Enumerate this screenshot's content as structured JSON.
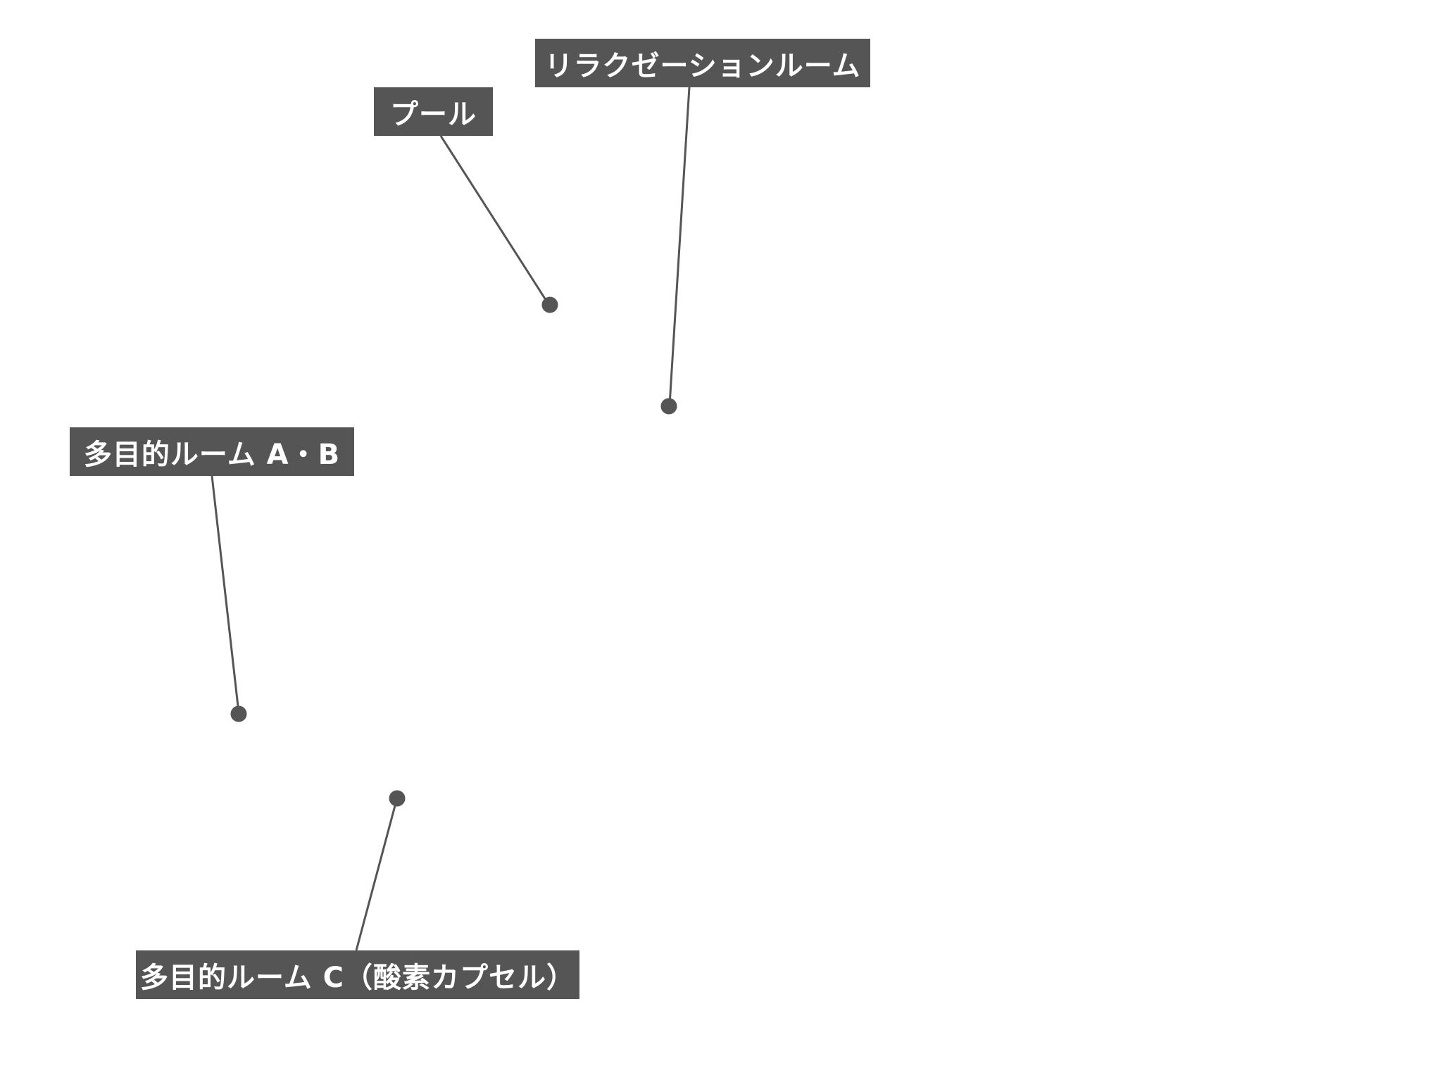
{
  "labels": {
    "relaxation": "リラクゼーションルーム",
    "pool": "プール",
    "multi_ab": "多目的ルーム A・B",
    "multi_c": "多目的ルーム C（酸素カプセル）"
  },
  "colors": {
    "label_bg": "#555555",
    "label_text": "#ffffff",
    "leader": "#555555"
  }
}
